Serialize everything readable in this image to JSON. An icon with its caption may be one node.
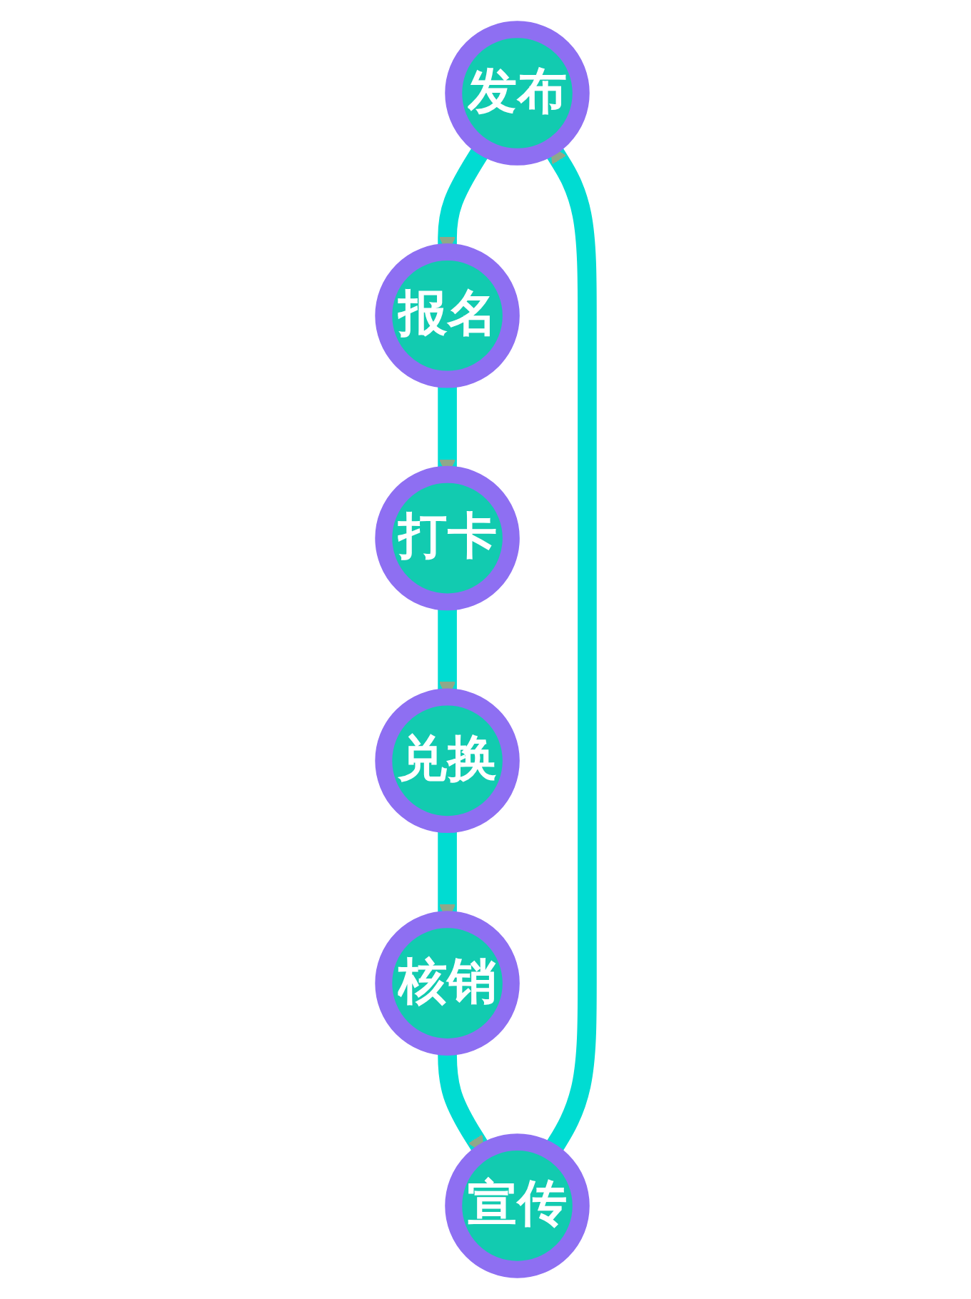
{
  "diagram": {
    "nodes": [
      {
        "text": [
          "发布"
        ]
      },
      {
        "text": [
          "报名"
        ]
      },
      {
        "text": [
          "打卡"
        ]
      },
      {
        "text": [
          "兑换"
        ]
      },
      {
        "text": [
          "核销"
        ]
      },
      {
        "text": [
          "宣传"
        ]
      }
    ],
    "edges": [
      {
        "from": 0,
        "to": 1,
        "arrow": "to"
      },
      {
        "from": 1,
        "to": 2,
        "arrow": "to"
      },
      {
        "from": 2,
        "to": 3,
        "arrow": "to"
      },
      {
        "from": 3,
        "to": 4,
        "arrow": "to"
      },
      {
        "from": 4,
        "to": 5,
        "arrow": "to"
      },
      {
        "from": 5,
        "to": 0,
        "arrow": "to"
      }
    ]
  }
}
